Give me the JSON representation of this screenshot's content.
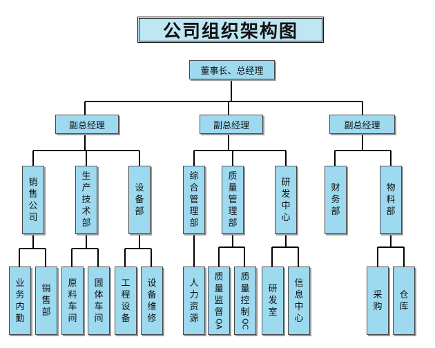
{
  "title": "公司组织架构图",
  "root": "董事长、总经理",
  "vps": [
    "副总经理",
    "副总经理",
    "副总经理"
  ],
  "departments": [
    "销售公司",
    "生产技术部",
    "设备部",
    "综合管理部",
    "质量管理部",
    "研发中心",
    "财务部",
    "物料部"
  ],
  "units": [
    "业务内勤",
    "销售部",
    "原料车间",
    "固体车间",
    "工程设备",
    "设备维修",
    "人力资源",
    "质量监督QA",
    "质量控制QC",
    "研发室",
    "信息中心",
    "采购",
    "仓库"
  ],
  "colors": {
    "box_fill": "#9dd9ef",
    "title_fill": "#bfe6f3",
    "line": "#000000"
  }
}
